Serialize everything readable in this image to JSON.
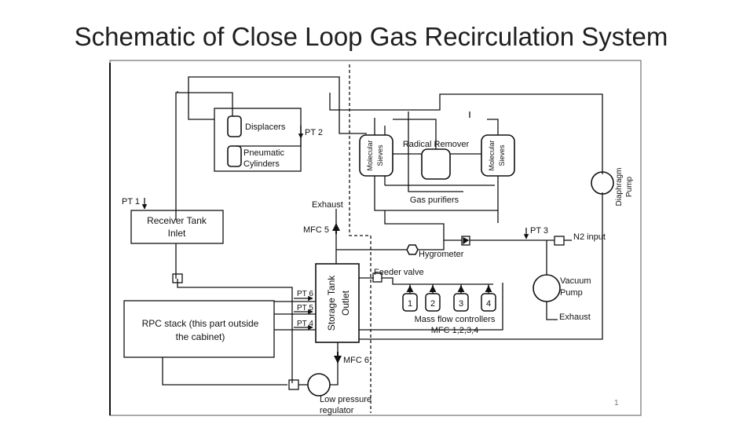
{
  "title": "Schematic of Close Loop Gas Recirculation System",
  "page_number": "1",
  "labels": {
    "displacers": "Displacers",
    "pneumatic_line1": "Pneumatic",
    "pneumatic_line2": "Cylinders",
    "pt1": "PT 1",
    "pt2": "PT 2",
    "pt3": "PT 3",
    "pt4": "PT 4",
    "pt5": "PT 5",
    "pt6": "PT 6",
    "receiver_line1": "Receiver Tank",
    "receiver_line2": "Inlet",
    "rpc_line1": "RPC stack (this part outside",
    "rpc_line2": "the cabinet)",
    "exhaust_top": "Exhaust",
    "mfc5": "MFC 5",
    "mfc6": "MFC 6",
    "molecular_sieves_left_1": "Molecular",
    "molecular_sieves_left_2": "Sieves",
    "molecular_sieves_right_1": "Molecular",
    "molecular_sieves_right_2": "Sieves",
    "radical_remover": "Radical Remover",
    "gas_purifiers": "Gas purifiers",
    "diaphragm_line1": "Diaphragm",
    "diaphragm_line2": "Pump",
    "n2_input": "N2 input",
    "hygrometer": "Hygrometer",
    "storage_line1": "Storage Tank",
    "storage_line2": "Outlet",
    "feeder_valve": "Feeder valve",
    "mfc_1": "1",
    "mfc_2": "2",
    "mfc_3": "3",
    "mfc_4": "4",
    "mass_flow_controllers": "Mass flow controllers",
    "mfc_list": "MFC 1,2,3,4",
    "vacuum_line1": "Vacuum",
    "vacuum_line2": "Pump",
    "exhaust_bottom": "Exhaust",
    "lpr_line1": "Low pressure",
    "lpr_line2": "regulator"
  }
}
